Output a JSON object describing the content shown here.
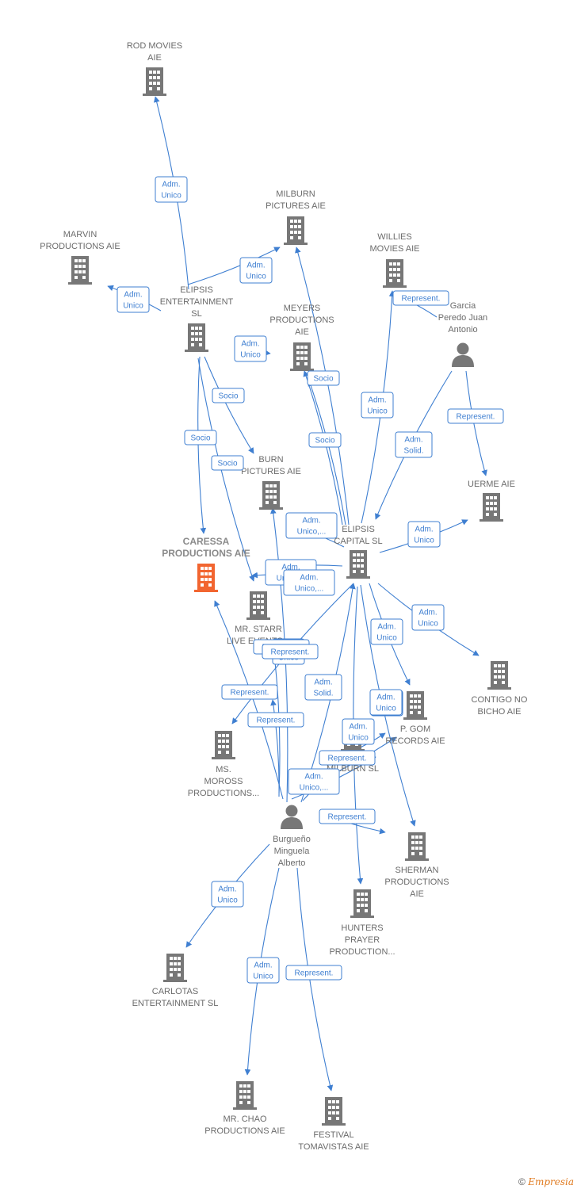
{
  "colors": {
    "company": "#777777",
    "focus": "#f26530",
    "person": "#777777",
    "edge": "#3f7fd1"
  },
  "footer": {
    "copyright_symbol": "©",
    "brand": "Empresia"
  },
  "nodes": [
    {
      "id": "rod",
      "kind": "company",
      "lines": [
        "ROD MOVIES",
        "AIE"
      ]
    },
    {
      "id": "milburn_pic",
      "kind": "company",
      "lines": [
        "MILBURN",
        "PICTURES  AIE"
      ]
    },
    {
      "id": "marvin",
      "kind": "company",
      "lines": [
        "MARVIN",
        "PRODUCTIONS AIE"
      ]
    },
    {
      "id": "willies",
      "kind": "company",
      "lines": [
        "WILLIES",
        "MOVIES  AIE"
      ]
    },
    {
      "id": "elipsis_ent",
      "kind": "company",
      "lines": [
        "ELIPSIS",
        "ENTERTAINMENT",
        "SL"
      ]
    },
    {
      "id": "meyers",
      "kind": "company",
      "lines": [
        "MEYERS",
        "PRODUCTIONS",
        "AIE"
      ]
    },
    {
      "id": "garcia",
      "kind": "person",
      "lines": [
        "Garcia",
        "Peredo Juan",
        "Antonio"
      ]
    },
    {
      "id": "burn",
      "kind": "company",
      "lines": [
        "BURN",
        "PICTURES  AIE"
      ]
    },
    {
      "id": "uerme",
      "kind": "company",
      "lines": [
        "UERME AIE"
      ]
    },
    {
      "id": "caressa",
      "kind": "focus",
      "lines": [
        "CARESSA",
        "PRODUCTIONS AIE"
      ]
    },
    {
      "id": "elipsis_cap",
      "kind": "company",
      "lines": [
        "ELIPSIS",
        "CAPITAL  SL"
      ]
    },
    {
      "id": "mrstarr",
      "kind": "company",
      "lines": [
        "MR.  STARR",
        "LIVE EVENTS..."
      ]
    },
    {
      "id": "contigo",
      "kind": "company",
      "lines": [
        "CONTIGO NO",
        "BICHO  AIE"
      ]
    },
    {
      "id": "pgom",
      "kind": "company",
      "lines": [
        "P.  GOM",
        "RECORDS  AIE"
      ]
    },
    {
      "id": "moross",
      "kind": "company",
      "lines": [
        "MS.",
        "MOROSS",
        "PRODUCTIONS..."
      ]
    },
    {
      "id": "milburn_sl",
      "kind": "company",
      "lines": [
        "MILBURN  SL"
      ]
    },
    {
      "id": "burgueno",
      "kind": "person",
      "lines": [
        "Burgueño",
        "Minguela",
        "Alberto"
      ]
    },
    {
      "id": "sherman",
      "kind": "company",
      "lines": [
        "SHERMAN",
        "PRODUCTIONS",
        "AIE"
      ]
    },
    {
      "id": "hunters",
      "kind": "company",
      "lines": [
        "HUNTERS",
        "PRAYER",
        "PRODUCTION..."
      ]
    },
    {
      "id": "carlotas",
      "kind": "company",
      "lines": [
        "CARLOTAS",
        "ENTERTAINMENT SL"
      ]
    },
    {
      "id": "mrchao",
      "kind": "company",
      "lines": [
        "MR.  CHAO",
        "PRODUCTIONS AIE"
      ]
    },
    {
      "id": "festival",
      "kind": "company",
      "lines": [
        "FESTIVAL",
        "TOMAVISTAS AIE"
      ]
    }
  ],
  "edges": [
    {
      "from": "elipsis_ent",
      "to": "rod",
      "lines": [
        "Adm.",
        "Unico"
      ]
    },
    {
      "from": "elipsis_ent",
      "to": "marvin",
      "lines": [
        "Adm.",
        "Unico"
      ]
    },
    {
      "from": "elipsis_ent",
      "to": "milburn_pic",
      "lines": [
        "Adm.",
        "Unico"
      ]
    },
    {
      "from": "elipsis_ent",
      "to": "meyers",
      "lines": [
        "Adm.",
        "Unico"
      ]
    },
    {
      "from": "elipsis_ent",
      "to": "caressa",
      "lines": [
        "Socio"
      ]
    },
    {
      "from": "elipsis_ent",
      "to": "burn",
      "lines": [
        "Socio"
      ]
    },
    {
      "from": "elipsis_ent",
      "to": "mrstarr",
      "lines": [
        "Socio"
      ]
    },
    {
      "from": "elipsis_cap",
      "to": "milburn_pic",
      "lines": []
    },
    {
      "from": "elipsis_cap",
      "to": "meyers",
      "lines": [
        "Socio"
      ]
    },
    {
      "from": "elipsis_cap",
      "to": "meyers",
      "lines": [
        "Socio"
      ]
    },
    {
      "from": "elipsis_cap",
      "to": "willies",
      "lines": [
        "Adm.",
        "Unico"
      ]
    },
    {
      "from": "garcia",
      "to": "willies",
      "lines": [
        "Represent."
      ]
    },
    {
      "from": "garcia",
      "to": "elipsis_cap",
      "lines": [
        "Adm.",
        "Solid."
      ]
    },
    {
      "from": "garcia",
      "to": "uerme",
      "lines": [
        "Represent."
      ]
    },
    {
      "from": "elipsis_cap",
      "to": "uerme",
      "lines": [
        "Adm.",
        "Unico"
      ]
    },
    {
      "from": "elipsis_cap",
      "to": "mrstarr",
      "lines": [
        "Adm.",
        "Unico,..."
      ]
    },
    {
      "from": "elipsis_cap",
      "to": "mrstarr",
      "lines": [
        "Adm.",
        "Unico,..."
      ]
    },
    {
      "from": "elipsis_cap",
      "to": "mrstarr",
      "lines": [
        "Adm.",
        "Unico,..."
      ]
    },
    {
      "from": "elipsis_cap",
      "to": "contigo",
      "lines": [
        "Adm.",
        "Unico"
      ]
    },
    {
      "from": "elipsis_cap",
      "to": "pgom",
      "lines": [
        "Adm.",
        "Unico"
      ]
    },
    {
      "from": "elipsis_cap",
      "to": "sherman",
      "lines": [
        "Adm.",
        "Unico"
      ]
    },
    {
      "from": "elipsis_cap",
      "to": "hunters",
      "lines": []
    },
    {
      "from": "elipsis_cap",
      "to": "moross",
      "lines": [
        "Adm.",
        "Unico"
      ]
    },
    {
      "from": "burgueno",
      "to": "burn",
      "lines": [
        "Represent."
      ]
    },
    {
      "from": "burgueno",
      "to": "caressa",
      "lines": [
        "Represent."
      ]
    },
    {
      "from": "burgueno",
      "to": "moross",
      "lines": [
        "Represent."
      ]
    },
    {
      "from": "burgueno",
      "to": "elipsis_cap",
      "lines": [
        "Adm.",
        "Solid."
      ]
    },
    {
      "from": "burgueno",
      "to": "mrstarr",
      "lines": [
        "Represent."
      ]
    },
    {
      "from": "burgueno",
      "to": "milburn_sl",
      "lines": [
        "Adm.",
        "Unico"
      ]
    },
    {
      "from": "burgueno",
      "to": "milburn_sl",
      "lines": [
        "Represent."
      ]
    },
    {
      "from": "burgueno",
      "to": "milburn_sl",
      "lines": [
        "Adm.",
        "Unico,..."
      ]
    },
    {
      "from": "burgueno",
      "to": "pgom",
      "lines": [
        "Adm.",
        "Unico"
      ]
    },
    {
      "from": "burgueno",
      "to": "sherman",
      "lines": [
        "Represent."
      ]
    },
    {
      "from": "burgueno",
      "to": "carlotas",
      "lines": [
        "Adm.",
        "Unico"
      ]
    },
    {
      "from": "burgueno",
      "to": "mrchao",
      "lines": [
        "Adm.",
        "Unico"
      ]
    },
    {
      "from": "burgueno",
      "to": "festival",
      "lines": [
        "Represent."
      ]
    }
  ]
}
